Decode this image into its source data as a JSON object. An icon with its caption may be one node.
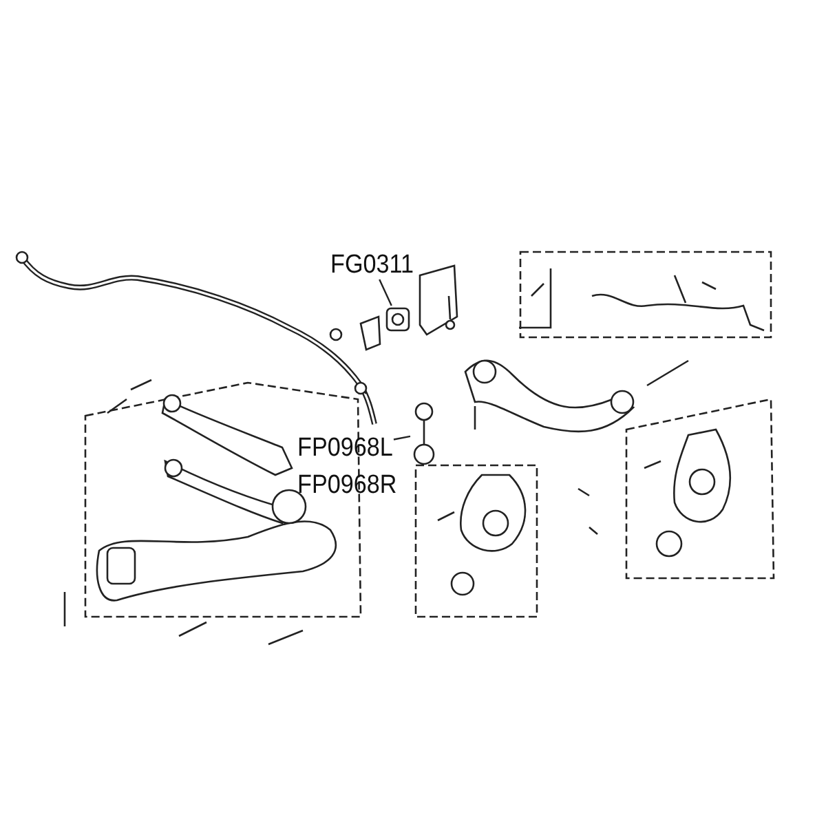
{
  "diagram": {
    "nodes": [
      {
        "text": [
          "FG0311"
        ]
      },
      {
        "text": [],
        "shape": "picture"
      },
      {
        "text": [
          "FP0968L"
        ]
      },
      {
        "text": [],
        "shape": "picture"
      }
    ],
    "edges": [
      {
        "from": 0,
        "to": 1,
        "arrow": "none"
      },
      {
        "from": 2,
        "to": 3,
        "arrow": "none"
      }
    ],
    "labels": [
      "FP0968R"
    ]
  }
}
